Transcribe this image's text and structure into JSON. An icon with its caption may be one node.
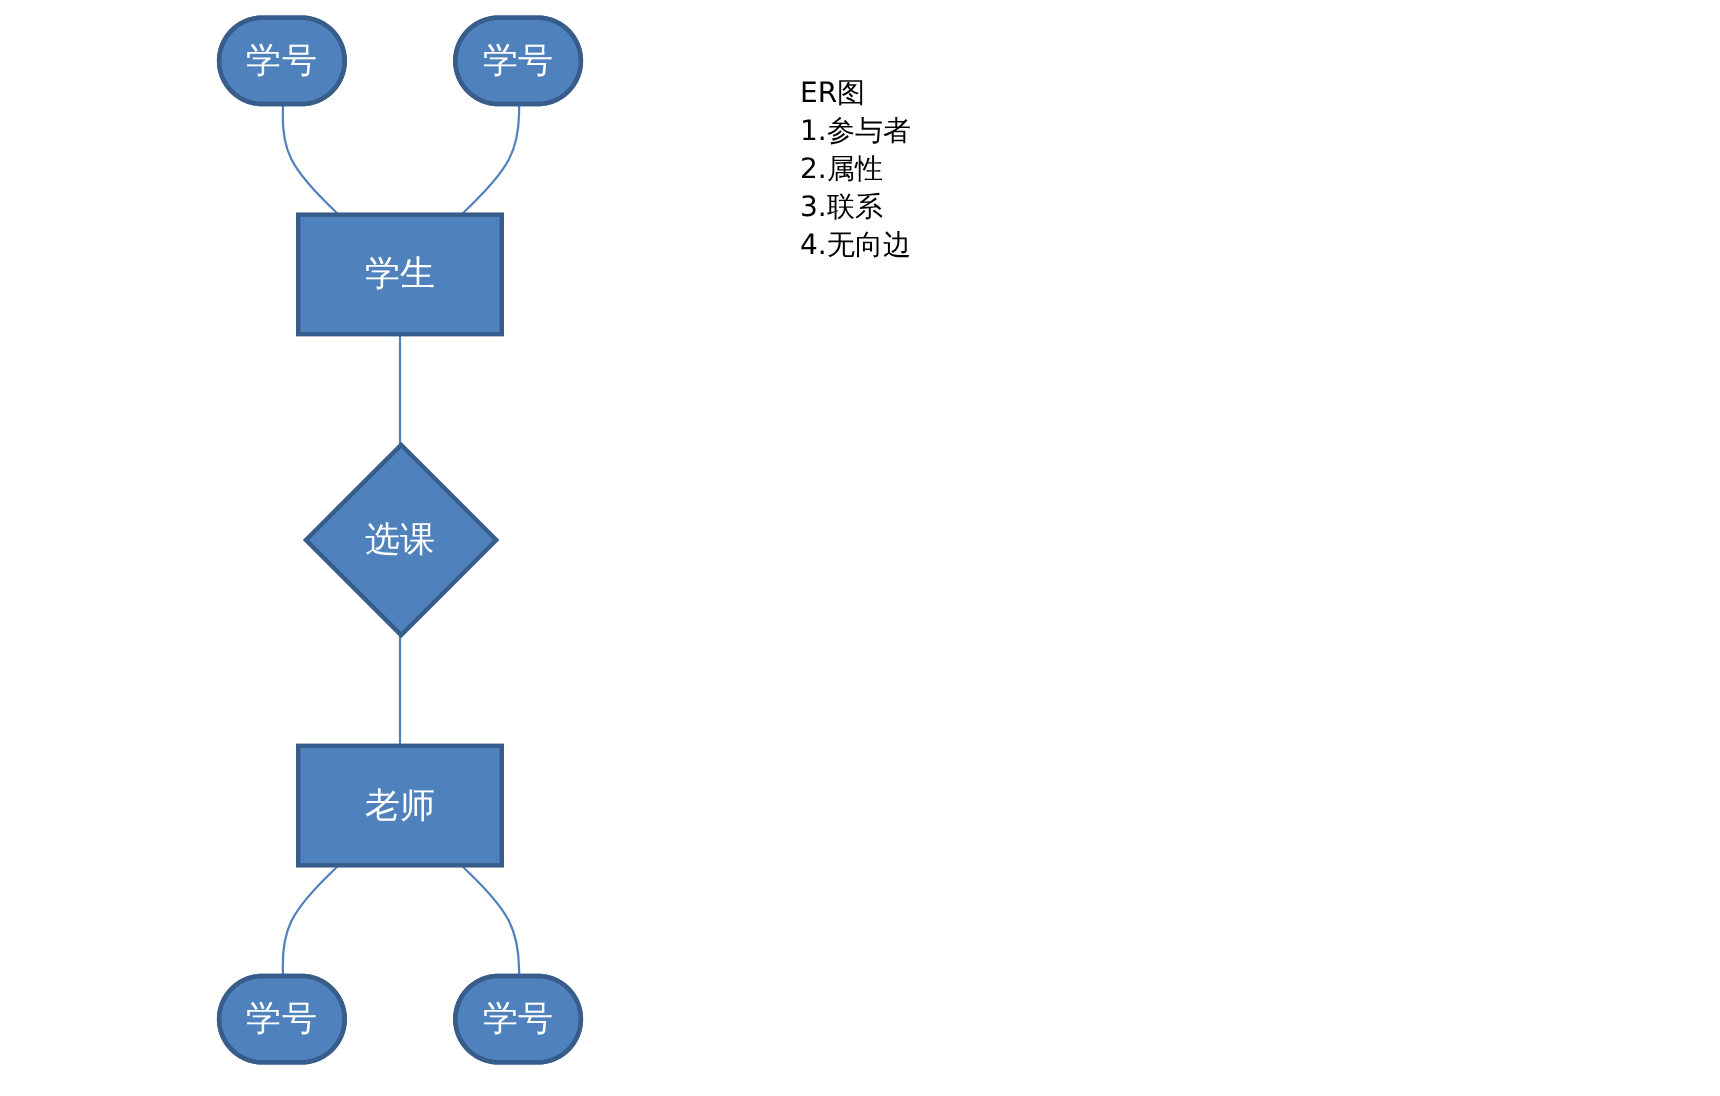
{
  "diagram": {
    "nodes": [
      {
        "text": [
          "学号"
        ]
      },
      {
        "text": [
          "学号"
        ]
      },
      {
        "text": [
          "学生"
        ]
      },
      {
        "text": [
          "选课"
        ]
      },
      {
        "text": [
          "老师"
        ]
      },
      {
        "text": [
          "学号"
        ]
      },
      {
        "text": [
          "学号"
        ]
      }
    ],
    "edges": [
      {
        "from": 0,
        "to": 2,
        "arrow": "none"
      },
      {
        "from": 1,
        "to": 2,
        "arrow": "none"
      },
      {
        "from": 2,
        "to": 3,
        "arrow": "none"
      },
      {
        "from": 3,
        "to": 4,
        "arrow": "none"
      },
      {
        "from": 4,
        "to": 5,
        "arrow": "none"
      },
      {
        "from": 4,
        "to": 6,
        "arrow": "none"
      }
    ],
    "labels": [
      "ER图",
      "1.参与者",
      "2.属性",
      "3.联系",
      "4.无向边"
    ]
  }
}
